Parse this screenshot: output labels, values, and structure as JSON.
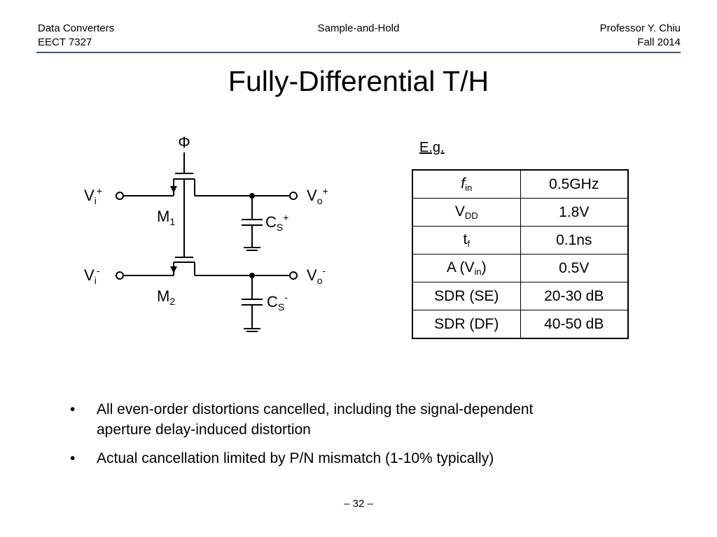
{
  "header": {
    "course": "Data Converters",
    "code": "EECT 7327",
    "topic": "Sample-and-Hold",
    "instructor": "Professor Y. Chiu",
    "term": "Fall 2014"
  },
  "title": "Fully-Differential T/H",
  "circuit": {
    "clock": "Φ",
    "vin_pos": {
      "base": "V",
      "sub": "i",
      "sup": "+"
    },
    "vin_neg": {
      "base": "V",
      "sub": "i",
      "sup": "-"
    },
    "vout_pos": {
      "base": "V",
      "sub": "o",
      "sup": "+"
    },
    "vout_neg": {
      "base": "V",
      "sub": "o",
      "sup": "-"
    },
    "m1": {
      "base": "M",
      "sub": "1"
    },
    "m2": {
      "base": "M",
      "sub": "2"
    },
    "cs_pos": {
      "base": "C",
      "sub": "S",
      "sup": "+"
    },
    "cs_neg": {
      "base": "C",
      "sub": "S",
      "sup": "-"
    }
  },
  "example_label": "E.g.",
  "table": [
    {
      "param_base": "f",
      "param_sub": "in",
      "param_tail": "",
      "italic": true,
      "value": "0.5GHz"
    },
    {
      "param_base": "V",
      "param_sub": "DD",
      "param_tail": "",
      "italic": false,
      "value": "1.8V"
    },
    {
      "param_base": "t",
      "param_sub": "f",
      "param_tail": "",
      "italic": false,
      "value": "0.1ns"
    },
    {
      "param_base": "A (V",
      "param_sub": "in",
      "param_tail": ")",
      "italic": false,
      "value": "0.5V"
    },
    {
      "param_base": "SDR (SE)",
      "param_sub": "",
      "param_tail": "",
      "italic": false,
      "value": "20-30 dB"
    },
    {
      "param_base": "SDR (DF)",
      "param_sub": "",
      "param_tail": "",
      "italic": false,
      "value": "40-50 dB"
    }
  ],
  "bullets": [
    {
      "marker": "•",
      "line1": "All even-order distortions cancelled, including the signal-dependent",
      "line2": "aperture delay-induced distortion"
    },
    {
      "marker": "•",
      "line1": "Actual cancellation limited by P/N mismatch (1-10% typically)",
      "line2": ""
    }
  ],
  "page_number": "– 32 –",
  "colors": {
    "rule": "#44546a",
    "ink": "#000000"
  }
}
